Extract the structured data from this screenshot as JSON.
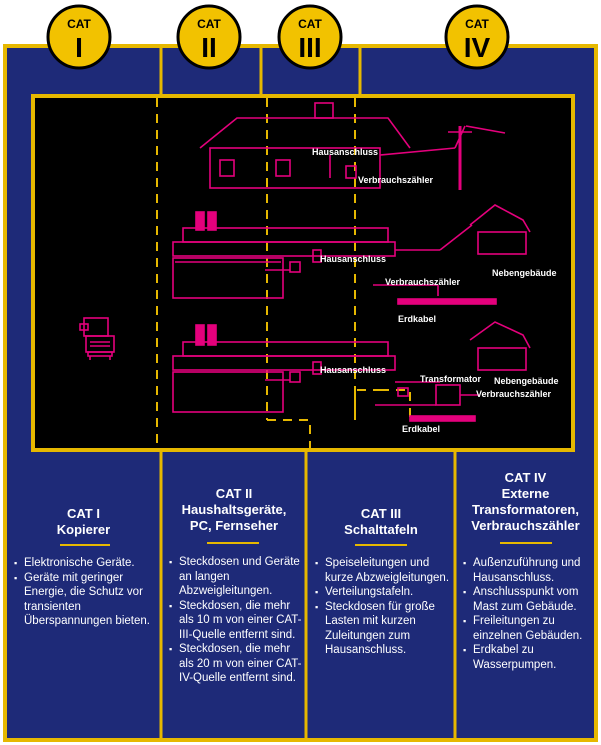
{
  "colors": {
    "navy": "#1e2a78",
    "border": "#e6b800",
    "badge": "#f2c200",
    "magenta": "#e4007c",
    "black": "#000000"
  },
  "badges": [
    {
      "top": "CAT",
      "roman": "I"
    },
    {
      "top": "CAT",
      "roman": "II"
    },
    {
      "top": "CAT",
      "roman": "III"
    },
    {
      "top": "CAT",
      "roman": "IV"
    }
  ],
  "diagram_labels": {
    "hausanschluss_1": "Hausanschluss",
    "verbrauchszaehler_1": "Verbrauchszähler",
    "hausanschluss_2": "Hausanschluss",
    "verbrauchszaehler_2": "Verbrauchszähler",
    "nebengebaeude_1": "Nebengebäude",
    "erdkabel_1": "Erdkabel",
    "hausanschluss_3": "Hausanschluss",
    "transformator": "Transformator",
    "nebengebaeude_2": "Nebengebäude",
    "verbrauchszaehler_3": "Verbrauchszähler",
    "erdkabel_2": "Erdkabel"
  },
  "categories": [
    {
      "title_lines": [
        "CAT I",
        "Kopierer"
      ],
      "bullets": [
        "Elektronische Geräte.",
        "Geräte mit geringer Energie, die Schutz vor transienten Überspannungen bieten."
      ]
    },
    {
      "title_lines": [
        "CAT II",
        "Haushaltsgeräte,",
        "PC, Fernseher"
      ],
      "bullets": [
        "Steckdosen und Geräte an langen Abzweigleitungen.",
        "Steckdosen, die mehr als 10 m von einer CAT-III-Quelle entfernt sind.",
        "Steckdosen, die mehr als 20 m von einer CAT-IV-Quelle entfernt sind."
      ]
    },
    {
      "title_lines": [
        "CAT III",
        "Schalttafeln"
      ],
      "bullets": [
        "Speiseleitungen und kurze Abzweigleitungen.",
        "Verteilungstafeln.",
        "Steckdosen für große Lasten mit kurzen Zuleitungen zum Hausanschluss."
      ]
    },
    {
      "title_lines": [
        "CAT IV",
        "Externe",
        "Transformatoren,",
        "Verbrauchszähler"
      ],
      "bullets": [
        "Außenzuführung und Hausanschluss.",
        "Anschlusspunkt vom Mast zum Gebäude.",
        "Freileitungen zu einzelnen Gebäuden.",
        "Erdkabel zu Wasserpumpen."
      ]
    }
  ]
}
